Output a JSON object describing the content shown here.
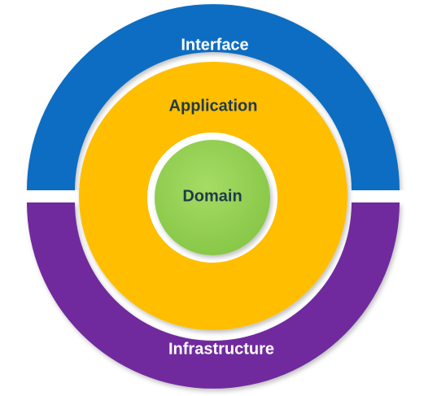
{
  "layers": {
    "interface": {
      "label": "Interface",
      "color": "#0A6DC2"
    },
    "infrastructure": {
      "label": "Infrastructure",
      "color": "#6F2C9E"
    },
    "application": {
      "label": "Application",
      "color": "#FFBE00"
    },
    "domain": {
      "label": "Domain",
      "color": "#92D050"
    }
  },
  "label_color_light": "#FFFFFF",
  "label_color_dark": "#1F3A4D",
  "separator_color": "#FFFFFF"
}
